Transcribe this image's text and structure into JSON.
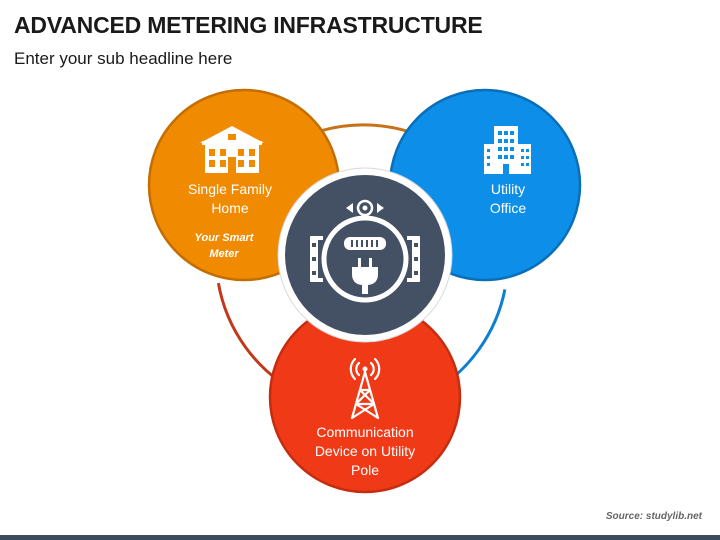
{
  "header": {
    "title": "ADVANCED METERING INFRASTRUCTURE",
    "subtitle": "Enter your sub headline here"
  },
  "diagram": {
    "home": {
      "line1": "Single Family",
      "line2": "Home",
      "note_line1": "Your Smart",
      "note_line2": "Meter",
      "color": "#f08a00",
      "icon": "house-icon"
    },
    "office": {
      "line1": "Utility",
      "line2": "Office",
      "color": "#0d8ee9",
      "icon": "office-building-icon"
    },
    "tower": {
      "line1": "Communication",
      "line2": "Device on Utility",
      "line3": "Pole",
      "color": "#f03a17",
      "icon": "radio-tower-icon"
    },
    "center": {
      "color": "#445164",
      "icon": "smart-meter-icon"
    }
  },
  "footer": {
    "source": "Source: studylib.net"
  }
}
